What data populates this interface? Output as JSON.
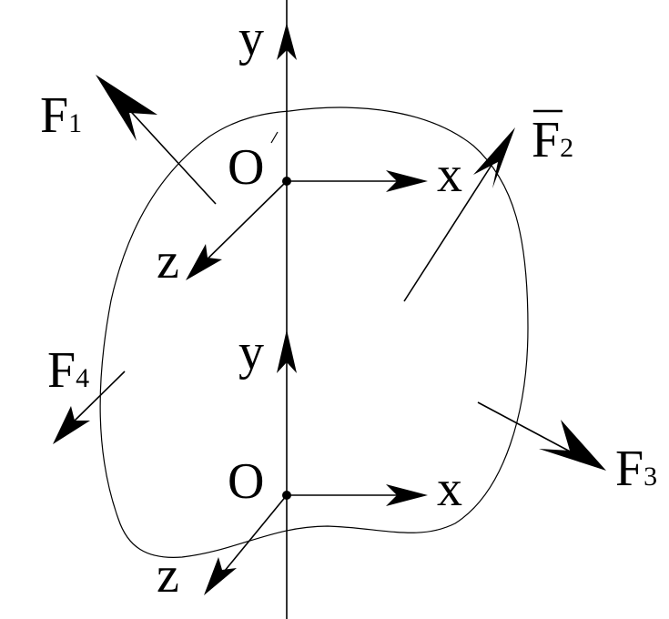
{
  "labels": {
    "y_upper": "y",
    "x_upper": "x",
    "z_upper": "z",
    "origin_upper": "O",
    "origin_upper_prime": "′",
    "y_lower": "y",
    "x_lower": "x",
    "z_lower": "z",
    "origin_lower": "O",
    "f1_letter": "F",
    "f1_sub": "1",
    "f2_letter": "F",
    "f2_sub": "2",
    "f3_letter": "F",
    "f3_sub": "3",
    "f4_letter": "F",
    "f4_sub": "4"
  },
  "colors": {
    "ink": "#000000",
    "background": "#ffffff"
  }
}
